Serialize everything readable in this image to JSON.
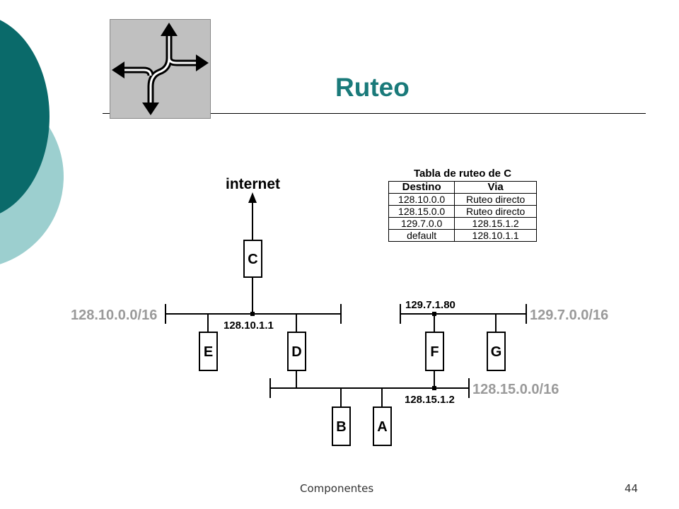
{
  "slide": {
    "title": "Ruteo",
    "footer_text": "Componentes",
    "page_number": "44",
    "logo_icon": "crossroads-arrows-icon",
    "colors": {
      "title": "#1a7a7a",
      "accent_dark": "#0a6a6a",
      "accent_light": "#9ccfcf",
      "network_label": "#9a9a9a"
    }
  },
  "diagram": {
    "internet_label": "internet",
    "networks": {
      "net_left": "128.10.0.0/16",
      "net_right": "129.7.0.0/16",
      "net_bottom": "128.15.0.0/16"
    },
    "addresses": {
      "c_interface": "128.10.1.1",
      "f_interface": "129.7.1.80",
      "bottom_interface": "128.15.1.2"
    },
    "nodes": {
      "c": "C",
      "d": "D",
      "e": "E",
      "f": "F",
      "g": "G",
      "a": "A",
      "b": "B"
    }
  },
  "routing_table": {
    "caption": "Tabla de ruteo de C",
    "headers": [
      "Destino",
      "Via"
    ],
    "rows": [
      [
        "128.10.0.0",
        "Ruteo directo"
      ],
      [
        "128.15.0.0",
        "Ruteo directo"
      ],
      [
        "129.7.0.0",
        "128.15.1.2"
      ],
      [
        "default",
        "128.10.1.1"
      ]
    ]
  }
}
